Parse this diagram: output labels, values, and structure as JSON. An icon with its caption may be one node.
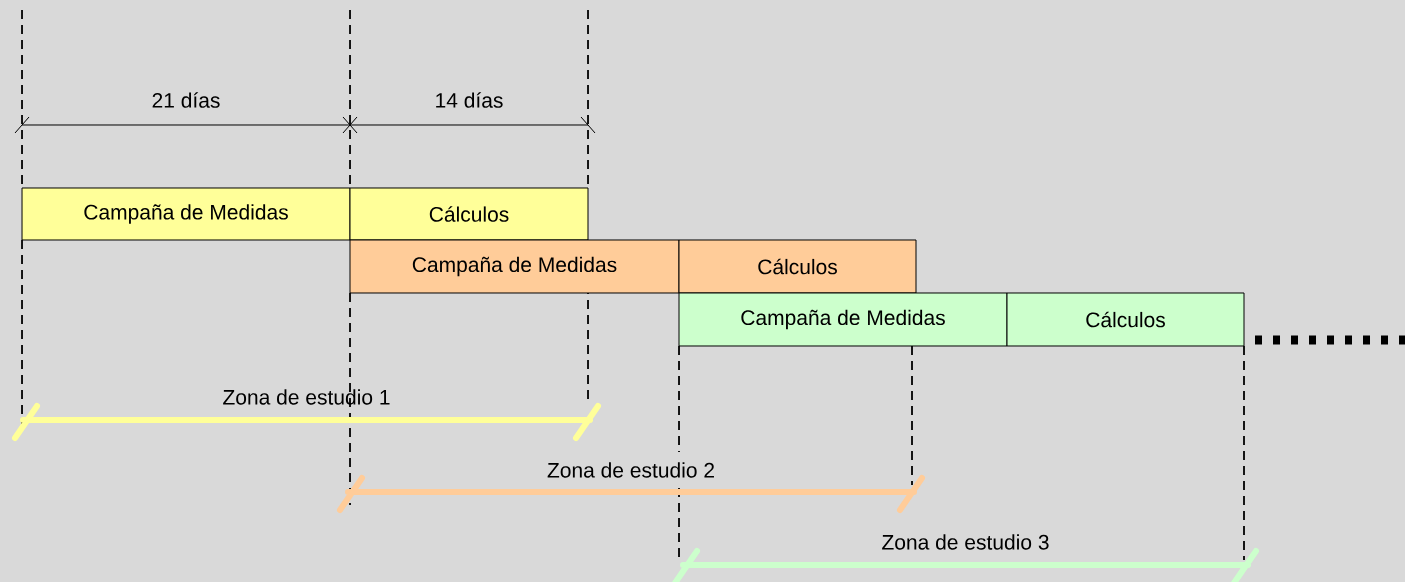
{
  "diagram": {
    "nodes": [
      {
        "text": [
          "Campaña de Medidas"
        ]
      },
      {
        "text": [
          "Cálculos"
        ]
      },
      {
        "text": [
          "Campaña de Medidas"
        ]
      },
      {
        "text": [
          "Cálculos"
        ]
      },
      {
        "text": [
          "Campaña de Medidas"
        ]
      },
      {
        "text": [
          "Cálculos"
        ]
      }
    ],
    "labels": [
      "21 días",
      "14 días",
      "Zona de estudio 1",
      "Zona de estudio 2",
      "Zona de estudio 3"
    ]
  }
}
